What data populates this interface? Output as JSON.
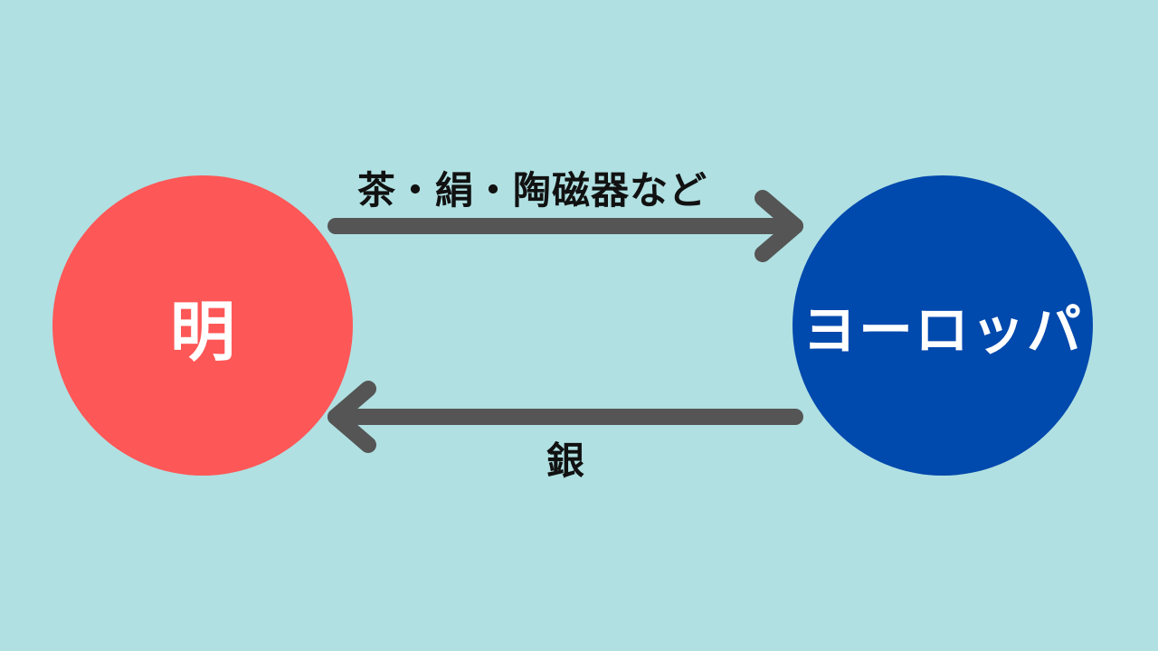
{
  "nodes": {
    "left": {
      "label": "明",
      "color": "#fe5757"
    },
    "right": {
      "label": "ヨーロッパ",
      "color": "#0049ad"
    }
  },
  "edges": {
    "to_europe": {
      "label": "茶・絹・陶磁器など"
    },
    "to_ming": {
      "label": "銀"
    }
  },
  "colors": {
    "background": "#b0e0e2",
    "arrow": "#555555",
    "node_text": "#ffffff",
    "edge_text": "#111111"
  }
}
